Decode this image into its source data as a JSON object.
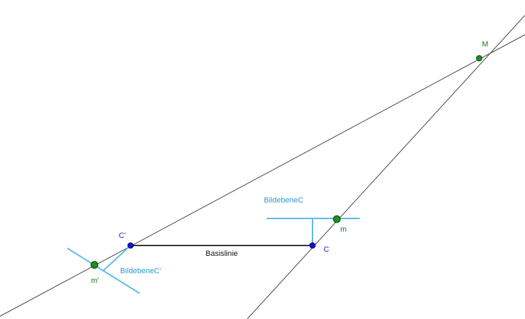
{
  "colors": {
    "construction_line": "#444444",
    "baseline": "#333333",
    "image_plane": "#5bbbeb",
    "point_blue": "#1010dd",
    "point_green": "#1e8f1e",
    "point_outline": "#0b3d0b"
  },
  "labels": {
    "point_M": "M",
    "point_C_prime": "C'",
    "point_C": "C",
    "point_m": "m",
    "point_m_prime": "m'",
    "baseline": "Basislinie",
    "image_plane_C": "BildebeneC",
    "image_plane_C_prime": "BildebeneC'"
  }
}
